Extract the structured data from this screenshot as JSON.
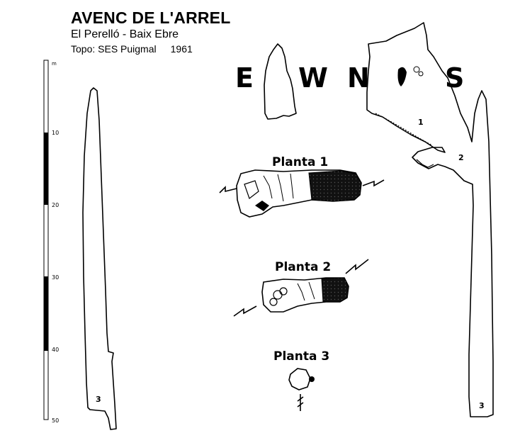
{
  "header": {
    "title": "AVENC DE L'ARREL",
    "subtitle": "El Perelló - Baix Ebre",
    "topo_label": "Topo: SES Puigmal",
    "year": "1961"
  },
  "scale": {
    "unit": "m",
    "ticks": [
      "10",
      "20",
      "30",
      "40",
      "50"
    ]
  },
  "orientation": {
    "letters": [
      "E",
      "W",
      "N",
      "S"
    ]
  },
  "plans": [
    {
      "label": "Planta 1"
    },
    {
      "label": "Planta 2"
    },
    {
      "label": "Planta 3"
    }
  ],
  "section_marks": {
    "west_bottom": "3",
    "east_1": "1",
    "east_2": "2",
    "east_bottom": "3"
  },
  "colors": {
    "ink": "#000000",
    "paper": "#ffffff",
    "shade": "#1a1a1a"
  }
}
